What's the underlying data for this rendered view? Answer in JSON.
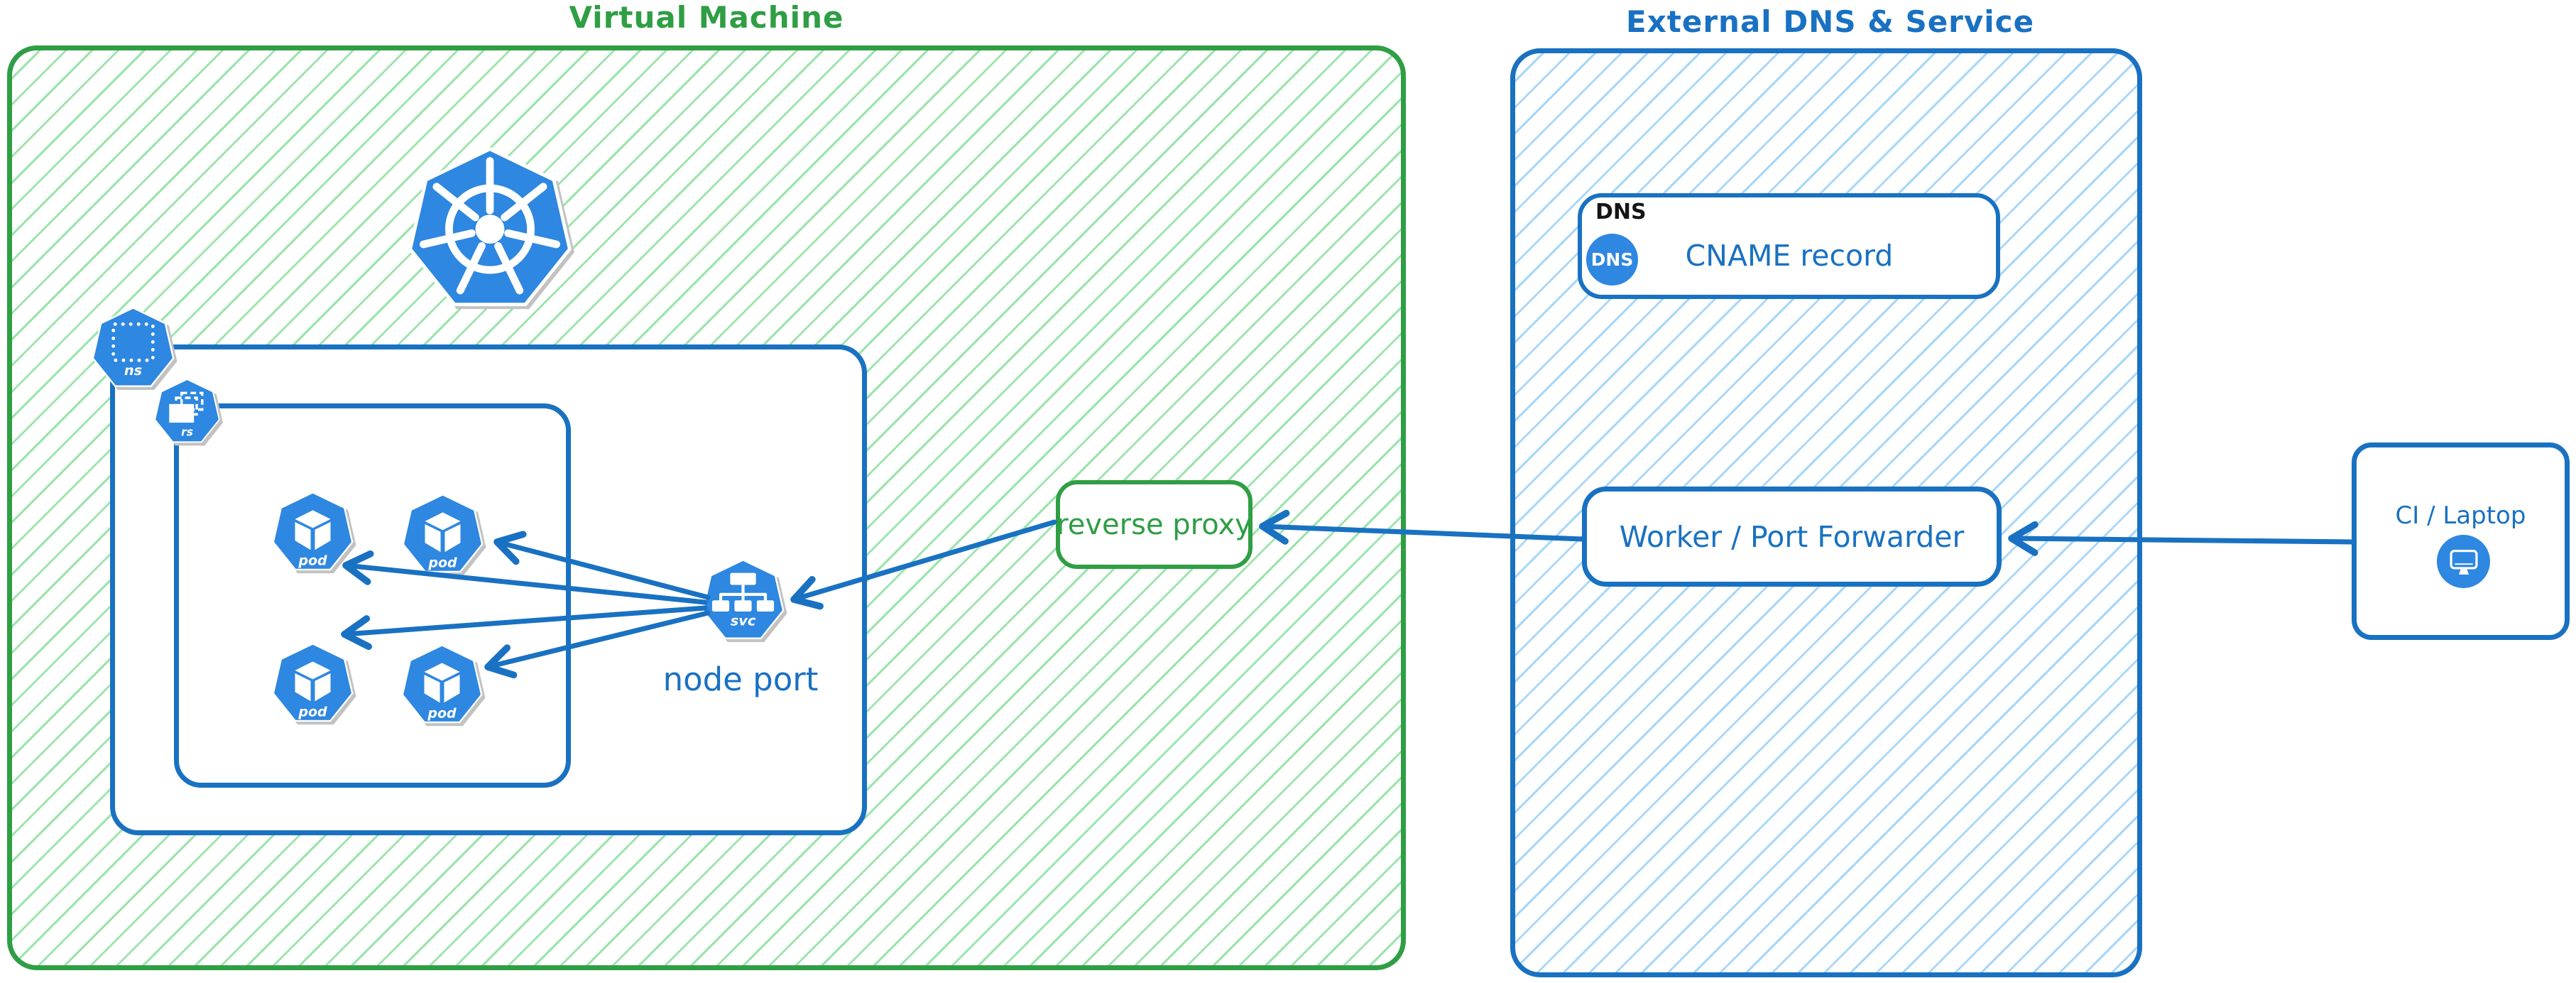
{
  "diagram": {
    "vm": {
      "title": "Virtual Machine",
      "reverse_proxy_label": "reverse proxy",
      "node_port_label": "node port",
      "icons": {
        "namespace": "ns",
        "replicaset": "rs",
        "service": "svc",
        "pods": [
          "pod",
          "pod",
          "pod",
          "pod"
        ]
      }
    },
    "external": {
      "title": "External DNS & Service",
      "dns_tag": "DNS",
      "dns_badge": "DNS",
      "cname_label": "CNAME record",
      "worker_label": "Worker / Port Forwarder"
    },
    "client": {
      "label": "CI / Laptop"
    },
    "colors": {
      "green": "#2f9e44",
      "green_hatch": "#9be4ab",
      "blue": "#1971c2",
      "blue_hatch": "#a8d7f9",
      "icon_blue": "#2e87e0",
      "dns_tag_black": "#151515"
    }
  }
}
